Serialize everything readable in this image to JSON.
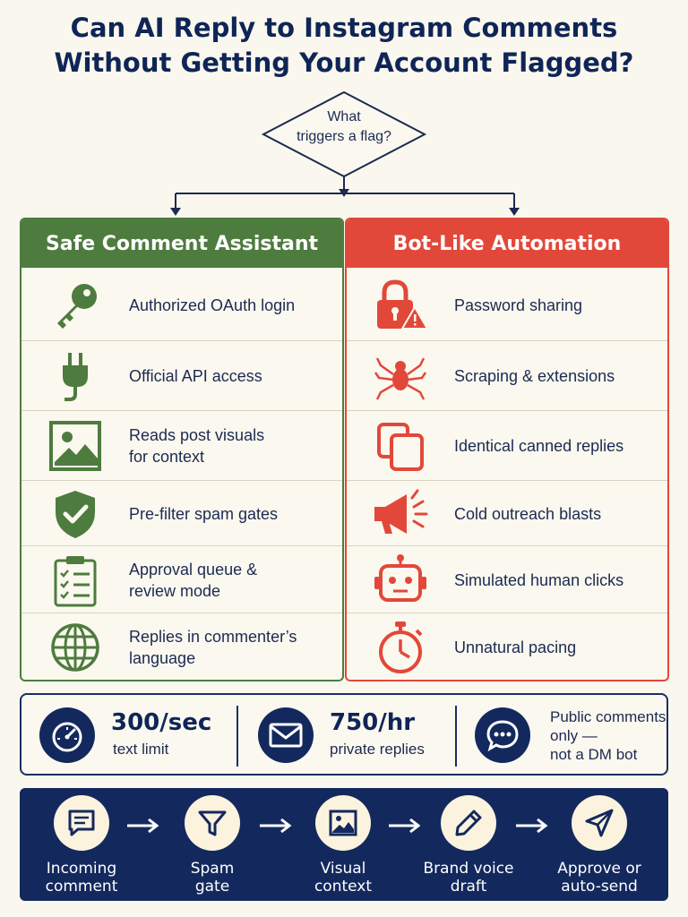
{
  "title": {
    "line1": "Can AI Reply to Instagram Comments",
    "line2": "Without Getting Your Account Flagged?"
  },
  "decision": {
    "line1": "What",
    "line2": "triggers a flag?"
  },
  "safe_panel": {
    "heading": "Safe Comment Assistant",
    "color": "#4e7b3e",
    "items": [
      {
        "icon": "key-icon",
        "label": "Authorized OAuth login"
      },
      {
        "icon": "plug-icon",
        "label": "Official API access"
      },
      {
        "icon": "image-icon",
        "label": "Reads post visuals\nfor context"
      },
      {
        "icon": "shield-check-icon",
        "label": "Pre-filter spam gates"
      },
      {
        "icon": "clipboard-checklist-icon",
        "label": "Approval queue &\nreview mode"
      },
      {
        "icon": "globe-icon",
        "label": "Replies in commenter’s\nlanguage"
      }
    ]
  },
  "bot_panel": {
    "heading": "Bot-Like Automation",
    "color": "#e2483a",
    "items": [
      {
        "icon": "lock-warning-icon",
        "label": "Password sharing"
      },
      {
        "icon": "spider-icon",
        "label": "Scraping & extensions"
      },
      {
        "icon": "copy-icon",
        "label": "Identical canned replies"
      },
      {
        "icon": "megaphone-icon",
        "label": "Cold outreach blasts"
      },
      {
        "icon": "robot-icon",
        "label": "Simulated human clicks"
      },
      {
        "icon": "stopwatch-icon",
        "label": "Unnatural pacing"
      }
    ]
  },
  "stats": [
    {
      "icon": "speedometer-icon",
      "value": "300/sec",
      "caption": "text limit"
    },
    {
      "icon": "envelope-icon",
      "value": "750/hr",
      "caption": "private replies"
    },
    {
      "icon": "chat-bubble-icon",
      "note": "Public comments\nonly —\nnot a DM bot"
    }
  ],
  "pipeline": [
    {
      "icon": "message-icon",
      "label": "Incoming\ncomment"
    },
    {
      "icon": "funnel-icon",
      "label": "Spam\ngate"
    },
    {
      "icon": "image-icon",
      "label": "Visual\ncontext"
    },
    {
      "icon": "pen-icon",
      "label": "Brand voice\ndraft"
    },
    {
      "icon": "send-icon",
      "label": "Approve or\nauto-send"
    }
  ]
}
